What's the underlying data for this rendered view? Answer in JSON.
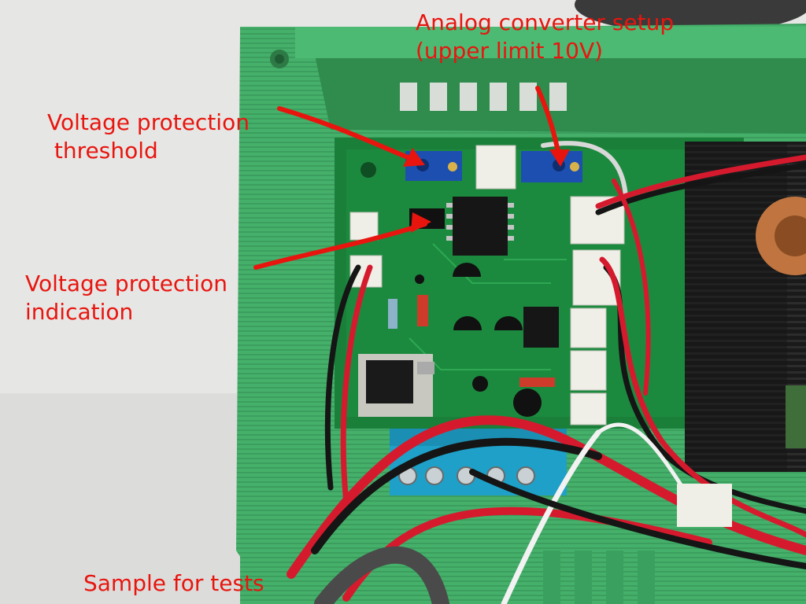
{
  "photo": {
    "subject": "pcb-in-3d-printed-enclosure",
    "colors": {
      "background": "#e6e6e4",
      "enclosure": "#45b06a",
      "pcb": "#1c8a3e",
      "heatsink": "#141414",
      "terminal_block": "#1ea0c8",
      "trimpot": "#1d4fb0",
      "connector": "#efefe7",
      "wire_red": "#d61a2e",
      "wire_black": "#151515",
      "annotation": "#e8150f"
    }
  },
  "annotations": {
    "analog_setup_line1": "Analog converter setup",
    "analog_setup_line2": "(upper limit 10V)",
    "threshold_line1": "Voltage protection",
    "threshold_line2": " threshold",
    "indication_line1": "Voltage protection",
    "indication_line2": "indication",
    "sample": "Sample for tests"
  }
}
